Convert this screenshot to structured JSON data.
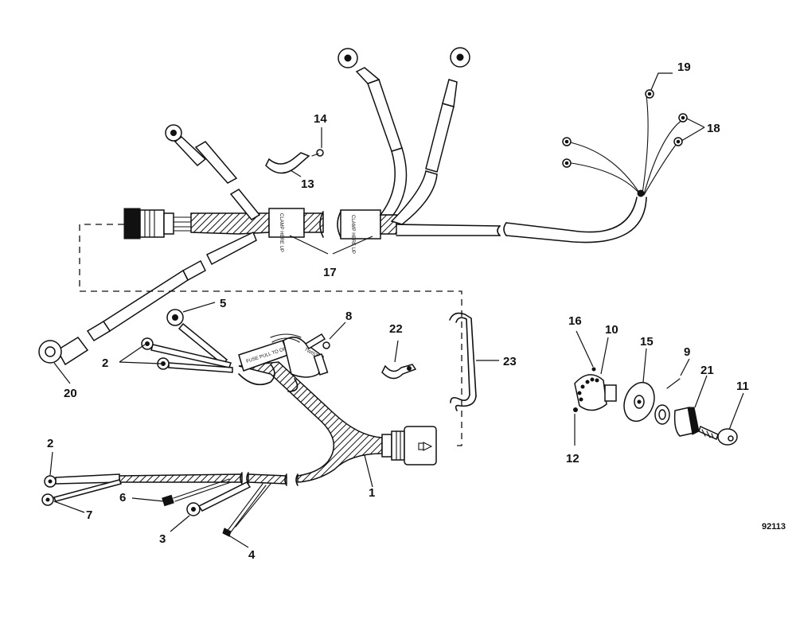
{
  "diagram_code": "92113",
  "callouts": {
    "c1": "1",
    "c2a": "2",
    "c2b": "2",
    "c3": "3",
    "c4": "4",
    "c5": "5",
    "c6": "6",
    "c7": "7",
    "c8": "8",
    "c9": "9",
    "c10": "10",
    "c11": "11",
    "c12": "12",
    "c13": "13",
    "c14": "14",
    "c15": "15",
    "c16": "16",
    "c17": "17",
    "c18": "18",
    "c19": "19",
    "c20": "20",
    "c21": "21",
    "c22": "22",
    "c23": "23"
  },
  "labels": {
    "clamp_here_1": "CLAMP HERE UP",
    "clamp_here_2": "CLAMP HERE UP",
    "fuse": "FUSE PULL TO OPEN",
    "twist": "TWIST"
  }
}
